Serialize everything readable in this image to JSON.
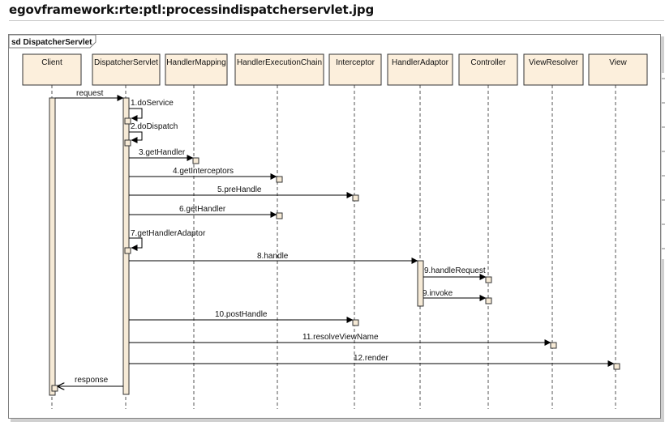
{
  "page_title": "egovframework:rte:ptl:processindispatcherservlet.jpg",
  "diagram": {
    "frame_label": "sd DispatcherServlet",
    "colors": {
      "box_fill": "#fcefdc",
      "activation_fill": "#f6ead6",
      "border": "#333333"
    },
    "lifelines": [
      {
        "id": "client",
        "label": "Client"
      },
      {
        "id": "dispatcherservlet",
        "label": "DispatcherServlet"
      },
      {
        "id": "handlermapping",
        "label": "HandlerMapping"
      },
      {
        "id": "handlerexecutionchain",
        "label": "HandlerExecutionChain"
      },
      {
        "id": "interceptor",
        "label": "Interceptor"
      },
      {
        "id": "handleradaptor",
        "label": "HandlerAdaptor"
      },
      {
        "id": "controller",
        "label": "Controller"
      },
      {
        "id": "viewresolver",
        "label": "ViewResolver"
      },
      {
        "id": "view",
        "label": "View"
      }
    ],
    "messages": [
      {
        "label": "request",
        "from": 0,
        "to": 1
      },
      {
        "label": "1.doService",
        "from": 1,
        "to": 1
      },
      {
        "label": "2.doDispatch",
        "from": 1,
        "to": 1
      },
      {
        "label": "3.getHandler",
        "from": 1,
        "to": 2
      },
      {
        "label": "4.getInterceptors",
        "from": 1,
        "to": 3
      },
      {
        "label": "5.preHandle",
        "from": 1,
        "to": 4
      },
      {
        "label": "6.getHandler",
        "from": 1,
        "to": 3
      },
      {
        "label": "7.getHandlerAdaptor",
        "from": 1,
        "to": 1
      },
      {
        "label": "8.handle",
        "from": 1,
        "to": 5
      },
      {
        "label": "9.handleRequest",
        "from": 5,
        "to": 6
      },
      {
        "label": "9.invoke",
        "from": 5,
        "to": 6
      },
      {
        "label": "10.postHandle",
        "from": 1,
        "to": 4
      },
      {
        "label": "11.resolveViewName",
        "from": 1,
        "to": 7
      },
      {
        "label": "12.render",
        "from": 1,
        "to": 8
      },
      {
        "label": "response",
        "from": 1,
        "to": 0
      }
    ]
  }
}
